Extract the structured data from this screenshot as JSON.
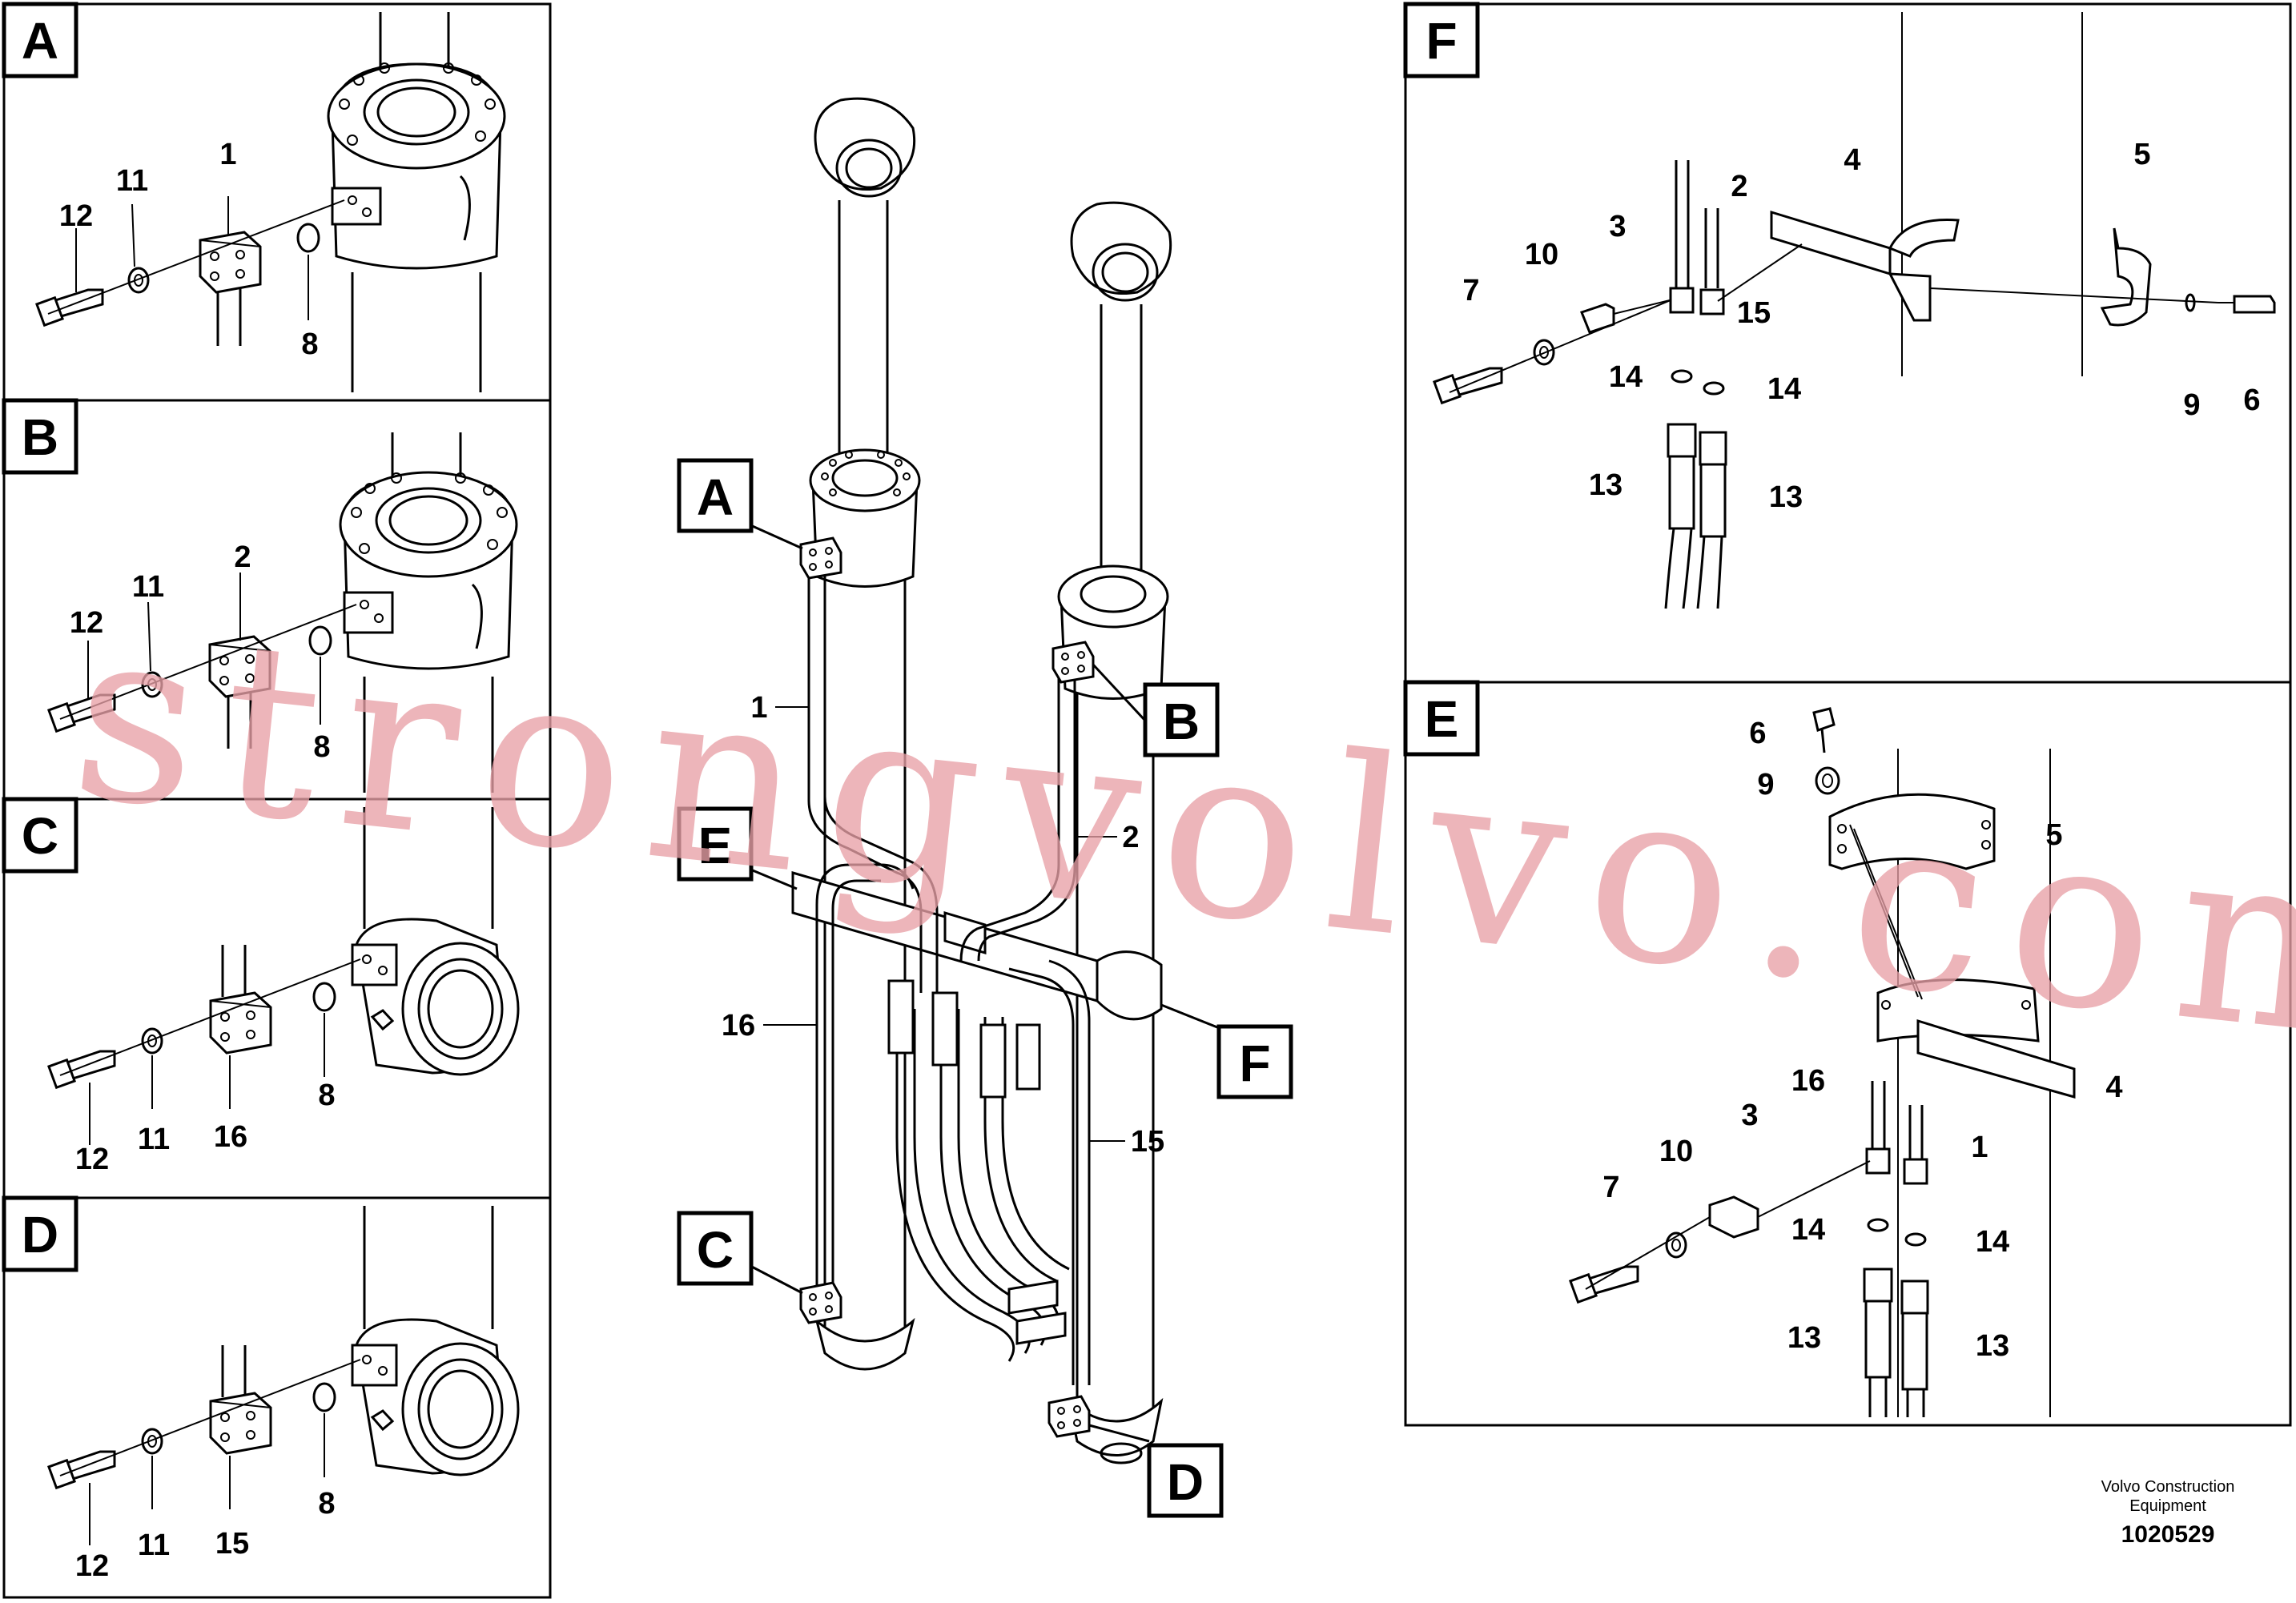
{
  "panels": {
    "A": {
      "letter": "A",
      "labels": {
        "bracket": "1",
        "screw": "12",
        "washer": "11",
        "oring": "8"
      }
    },
    "B": {
      "letter": "B",
      "labels": {
        "bracket": "2",
        "screw": "12",
        "washer": "11",
        "oring": "8"
      }
    },
    "C": {
      "letter": "C",
      "labels": {
        "bracket": "16",
        "screw": "12",
        "washer": "11",
        "oring": "8"
      }
    },
    "D": {
      "letter": "D",
      "labels": {
        "bracket": "15",
        "screw": "12",
        "washer": "11",
        "oring": "8"
      }
    },
    "F": {
      "letter": "F",
      "labels": {
        "tube1": "2",
        "tube2": "15",
        "clamp": "3",
        "plate": "4",
        "half_clamp": "5",
        "bolt_r": "6",
        "bolt_l": "7",
        "washer_r": "9",
        "washer_l": "10",
        "oring_l": "14",
        "oring_r": "14",
        "hose_l": "13",
        "hose_r": "13"
      }
    },
    "E": {
      "letter": "E",
      "labels": {
        "tube1": "16",
        "tube2": "1",
        "clamp": "3",
        "plate": "4",
        "half_clamp": "5",
        "bolt_top": "6",
        "bolt_l": "7",
        "washer_top": "9",
        "washer_l": "10",
        "oring_l": "14",
        "oring_r": "14",
        "hose_l": "13",
        "hose_r": "13"
      }
    }
  },
  "main": {
    "callouts": {
      "A": "A",
      "B": "B",
      "C": "C",
      "D": "D",
      "E": "E",
      "F": "F"
    },
    "labels": {
      "tube1": "1",
      "tube2": "2",
      "tube16": "16",
      "tube15": "15"
    }
  },
  "watermark": "strongvolvo.com",
  "footer": {
    "company": "Volvo Construction Equipment",
    "number": "1020529"
  }
}
